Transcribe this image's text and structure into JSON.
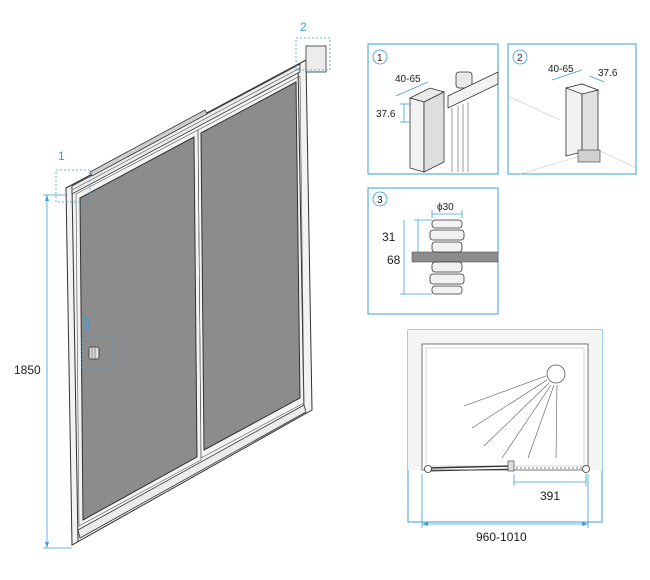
{
  "main_view": {
    "height_label": "1850",
    "callout_1": "1",
    "callout_2": "2",
    "callout_3": "3"
  },
  "detail_1": {
    "badge": "1",
    "width_label": "40-65",
    "depth_label": "37.6"
  },
  "detail_2": {
    "badge": "2",
    "width_label": "40-65",
    "depth_label": "37.6"
  },
  "detail_3": {
    "badge": "3",
    "diameter_label": "ϕ30",
    "knob_label": "31",
    "total_label": "68"
  },
  "plan_view": {
    "opening_label": "391",
    "width_label": "960-1010"
  },
  "colors": {
    "accent": "#3a9fd6",
    "glass": "#8c8c8c",
    "frame": "#f2f2f2",
    "outline": "#333333"
  }
}
